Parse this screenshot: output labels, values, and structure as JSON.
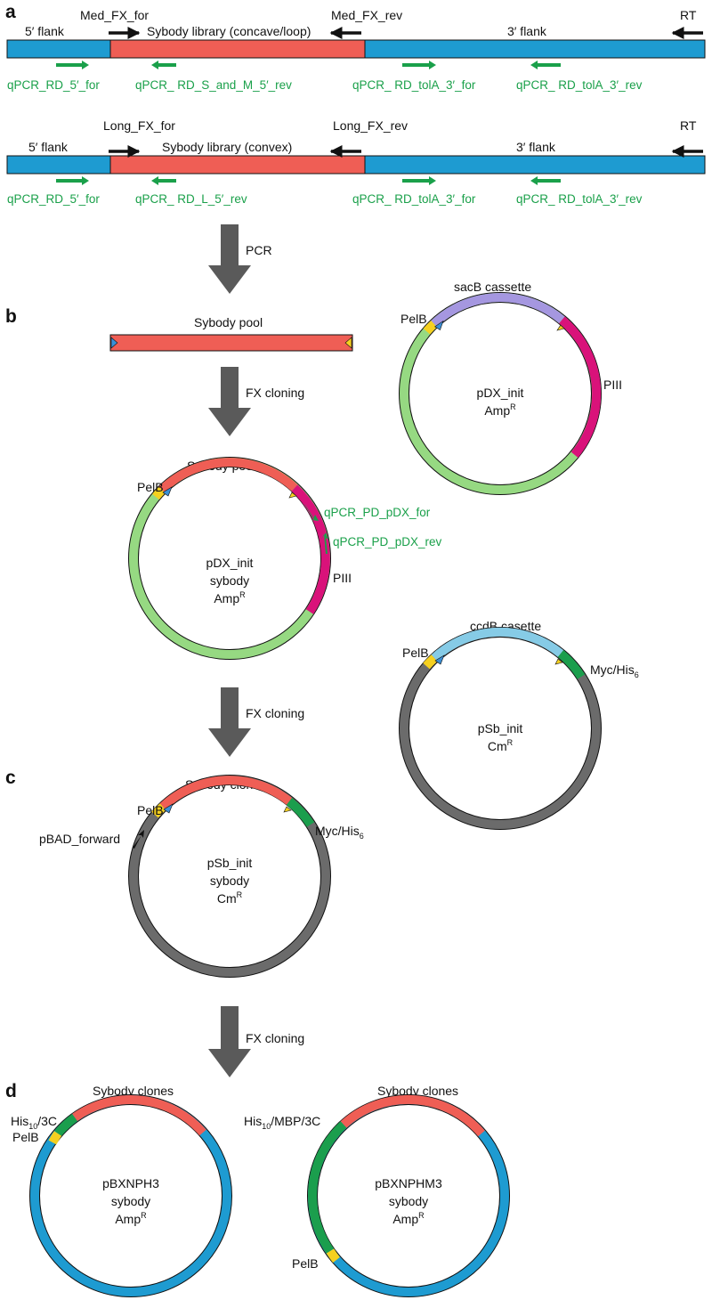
{
  "colors": {
    "flank_blue": "#1e9bd1",
    "library_red": "#ef5e55",
    "plasmid_green": "#96d982",
    "pIII_magenta": "#d9127a",
    "sacB_purple": "#a597e0",
    "ccdB_lightblue": "#86cbe6",
    "backbone_gray": "#6b6b6b",
    "tag_green": "#1b9e4d",
    "primer_green": "#1aa04a",
    "pelB_yellow": "#f5d020",
    "arrow_gray": "#5a5a5a"
  },
  "panels": {
    "a": "a",
    "b": "b",
    "c": "c",
    "d": "d"
  },
  "construct1": {
    "top_labels": {
      "med_fx_for": "Med_FX_for",
      "med_fx_rev": "Med_FX_rev",
      "rt": "RT"
    },
    "region_labels": {
      "flank5": "5′ flank",
      "library": "Sybody library (concave/loop)",
      "flank3": "3′ flank"
    },
    "primers": [
      "qPCR_RD_5′_for",
      "qPCR_ RD_S_and_M_5′_rev",
      "qPCR_ RD_tolA_3′_for",
      "qPCR_ RD_tolA_3′_rev"
    ]
  },
  "construct2": {
    "top_labels": {
      "long_fx_for": "Long_FX_for",
      "long_fx_rev": "Long_FX_rev",
      "rt": "RT"
    },
    "region_labels": {
      "flank5": "5′ flank",
      "library": "Sybody library (convex)",
      "flank3": "3′ flank"
    },
    "primers": [
      "qPCR_RD_5′_for",
      "qPCR_ RD_L_5′_rev",
      "qPCR_ RD_tolA_3′_for",
      "qPCR_ RD_tolA_3′_rev"
    ]
  },
  "steps": {
    "pcr": "PCR",
    "fx1": "FX cloning",
    "fx2": "FX cloning",
    "fx3": "FX cloning"
  },
  "sybody_pool_linear": {
    "title": "Sybody pool"
  },
  "pdx_init": {
    "cassette": "sacB cassette",
    "pelb": "PelB",
    "piii": "PIII",
    "name": "pDX_init",
    "marker": "Amp",
    "marker_sup": "R"
  },
  "pdx_sybody": {
    "title": "Sybody pool",
    "pelb": "PelB",
    "primer_for": "qPCR_PD_pDX_for",
    "primer_rev": "qPCR_PD_pDX_rev",
    "piii": "PIII",
    "name": "pDX_init",
    "line2": "sybody",
    "marker": "Amp",
    "marker_sup": "R"
  },
  "psb_init": {
    "cassette": "ccdB casette",
    "pelb": "PelB",
    "tag": "Myc/His",
    "tag_sub": "6",
    "name": "pSb_init",
    "marker": "Cm",
    "marker_sup": "R"
  },
  "psb_sybody": {
    "title": "Sybody clones",
    "pelb": "PelB",
    "primer": "pBAD_forward",
    "tag": "Myc/His",
    "tag_sub": "6",
    "name": "pSb_init",
    "line2": "sybody",
    "marker": "Cm",
    "marker_sup": "R"
  },
  "pbxnph3": {
    "title": "Sybody clones",
    "tag": "His",
    "tag_sub": "10",
    "tag_rest": "/3C",
    "pelb": "PelB",
    "name": "pBXNPH3",
    "line2": "sybody",
    "marker": "Amp",
    "marker_sup": "R"
  },
  "pbxnphm3": {
    "title": "Sybody clones",
    "tag": "His",
    "tag_sub": "10",
    "tag_rest": "/MBP/3C",
    "pelb": "PelB",
    "name": "pBXNPHM3",
    "line2": "sybody",
    "marker": "Amp",
    "marker_sup": "R"
  }
}
